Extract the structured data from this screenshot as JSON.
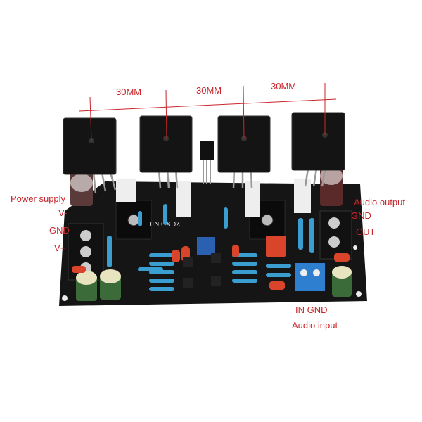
{
  "dimension_labels": [
    "30MM",
    "30MM",
    "30MM"
  ],
  "power_terminal": {
    "title": "Power supply",
    "pins": [
      "V-",
      "GND",
      "V+"
    ]
  },
  "output_terminal": {
    "title": "Audio output",
    "pins": [
      "GND",
      "OUT"
    ]
  },
  "input_terminal": {
    "pins": "IN GND",
    "title": "Audio input"
  },
  "colors": {
    "annotation": "#c8262c",
    "pcb": "#151515",
    "resistor": "#3a9fd0",
    "terminal_input": "#2f7fd0",
    "capacitor_film": "#d9442b",
    "electrolytic_green": "#3c6b3a",
    "electrolytic_brown": "#5a2a2a"
  },
  "board_silkscreen": [
    "HN CXDZ"
  ]
}
